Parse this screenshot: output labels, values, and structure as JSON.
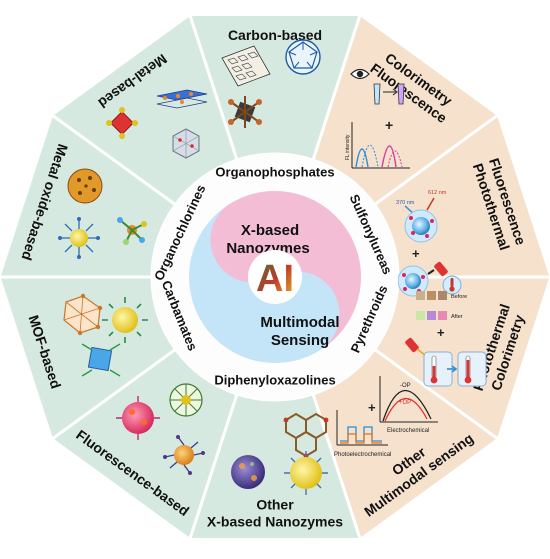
{
  "colors": {
    "xbased_fill": "#d6e9e0",
    "multimodal_fill": "#f5e1cc",
    "divider": "#ffffff",
    "ring": "#fdfdfd",
    "blue_lobe": "#c4e4f7",
    "pink_lobe": "#f4bdd6",
    "text": "#111111"
  },
  "segments": [
    {
      "lines": [
        "Carbon-based"
      ]
    },
    {
      "lines": [
        "Colorimetry",
        "Fluorescence"
      ]
    },
    {
      "lines": [
        "Fluorescence",
        "Photothermal"
      ]
    },
    {
      "lines": [
        "Photothermal",
        "Colorimetry"
      ]
    },
    {
      "lines": [
        "Other",
        "Multimodal sensing"
      ]
    },
    {
      "lines": [
        "Other",
        "X-based Nanozymes"
      ]
    },
    {
      "lines": [
        "Fluorescence-based"
      ]
    },
    {
      "lines": [
        "MOF-based"
      ]
    },
    {
      "lines": [
        "Metal oxide-based"
      ]
    },
    {
      "lines": [
        "Metal-based"
      ]
    }
  ],
  "pesticides": [
    "Organophosphates",
    "Sulfonylureas",
    "Pyrethroids",
    "Diphenyloxazolines",
    "Carbamates",
    "Organochlorines"
  ],
  "center": {
    "xbased_line1": "X-based",
    "xbased_line2": "Nanozymes",
    "multimodal_line1": "Multimodal",
    "multimodal_line2": "Sensing",
    "ai_label": "AI"
  },
  "panel_text": {
    "fl_intensity": "FL intensity",
    "wl_370": "370 nm",
    "wl_612": "612 nm",
    "before": "Before",
    "after": "After",
    "op_minus": "-OP",
    "op_plus": "+OP",
    "electrochemical": "Electrochemical",
    "photoelectrochemical": "Photoelectrochemical"
  }
}
